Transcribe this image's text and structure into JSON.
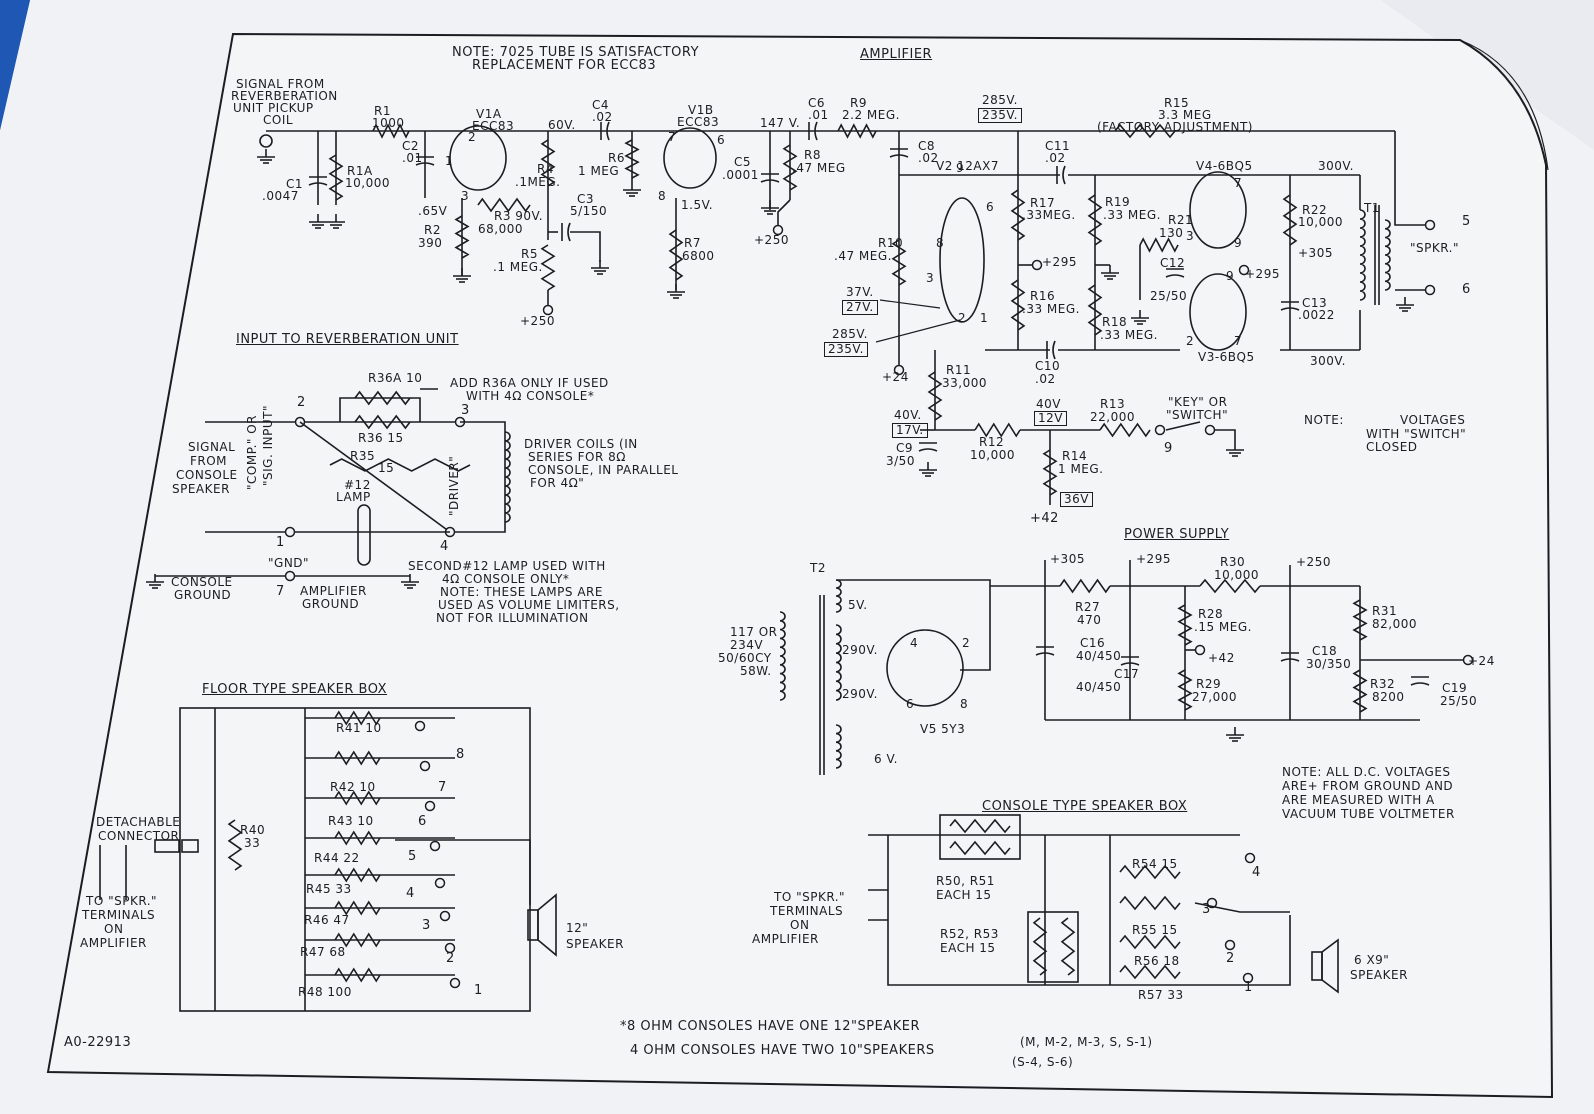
{
  "sheet": {
    "drawing_number": "A0-22913",
    "note_tube": [
      "NOTE: 7025 TUBE IS SATISFACTORY",
      "REPLACEMENT FOR ECC83"
    ],
    "note_voltages": [
      "NOTE:",
      "VOLTAGES",
      "WITH \"SWITCH\"",
      "CLOSED"
    ],
    "note_dc": [
      "NOTE: ALL D.C. VOLTAGES",
      "ARE+ FROM GROUND AND",
      "ARE MEASURED WITH A",
      "VACUUM TUBE VOLTMETER"
    ],
    "footnote": [
      "*8 OHM CONSOLES HAVE ONE 12\"SPEAKER",
      "(M, M-2, M-3, S, S-1)",
      "4 OHM CONSOLES HAVE TWO 10\"SPEAKERS",
      "(S-4, S-6)"
    ]
  },
  "sections": {
    "amplifier": "AMPLIFIER",
    "input_reverb": "INPUT TO REVERBERATION UNIT",
    "power_supply": "POWER SUPPLY",
    "floor_box": "FLOOR TYPE SPEAKER BOX",
    "console_box": "CONSOLE TYPE SPEAKER BOX"
  },
  "amplifier": {
    "signal_src": [
      "SIGNAL FROM",
      "REVERBERATION",
      "UNIT PICKUP",
      "COIL"
    ],
    "c1": [
      "C1",
      ".0047"
    ],
    "r1a": [
      "R1A",
      "10,000"
    ],
    "r1": [
      "R1",
      "1000"
    ],
    "c2": [
      "C2",
      ".01"
    ],
    "v1a": [
      "V1A",
      "ECC83"
    ],
    "v1b": [
      "V1B",
      "ECC83"
    ],
    "v_65": ".65V",
    "r2": [
      "R2",
      "390"
    ],
    "r3": "R3 90V.",
    "r3v": "68,000",
    "v_60": "60V.",
    "c4": [
      "C4",
      ".02"
    ],
    "r4": [
      "R4",
      ".1MEG."
    ],
    "c3": [
      "C3",
      "5/150"
    ],
    "r5": [
      "R5",
      ".1 MEG."
    ],
    "plus250a": "+250",
    "r6": [
      "R6",
      "1 MEG"
    ],
    "v_15": "1.5V.",
    "r7": [
      "R7",
      "6800"
    ],
    "v_147": "147 V.",
    "c5": [
      "C5",
      ".0001"
    ],
    "r8": [
      "R8",
      ".47 MEG"
    ],
    "plus250b": "+250",
    "c6": [
      "C6",
      ".01"
    ],
    "r9": [
      "R9",
      "2.2 MEG."
    ],
    "c8": [
      "C8",
      ".02"
    ],
    "v_285": "285V.",
    "v_235": "235V.",
    "v2": "V2 12AX7",
    "r15": [
      "R15",
      "3.3 MEG",
      "(FACTORY ADJUSTMENT)"
    ],
    "c11": [
      "C11",
      ".02"
    ],
    "v4": "V4-6BQ5",
    "v3": "V3-6BQ5",
    "v_300a": "300V.",
    "v_300b": "300V.",
    "r17": [
      "R17",
      ".33MEG."
    ],
    "r19": [
      "R19",
      ".33 MEG."
    ],
    "r21": [
      "R21",
      "130"
    ],
    "r16": [
      "R16",
      ".33 MEG."
    ],
    "r18": [
      "R18",
      ".33 MEG."
    ],
    "c12": [
      "C12",
      "25/50"
    ],
    "plus295a": "+295",
    "plus295b": "+295",
    "r22": [
      "R22",
      "10,000"
    ],
    "plus305": "+305",
    "c13": [
      "C13",
      ".0022"
    ],
    "t1": "T1",
    "spkr": "\"SPKR.\"",
    "term5": "5",
    "term6": "6",
    "r10": [
      "R10",
      ".47 MEG."
    ],
    "v_37": "37V.",
    "v_27": "27V.",
    "v_285b": "285V.",
    "v_235b": "235V.",
    "plus24a": "+24",
    "c10": [
      "C10",
      ".02"
    ],
    "r11": [
      "R11",
      "33,000"
    ],
    "v_40a": "40V.",
    "v_17": "17V.",
    "c9": [
      "C9",
      "3/50"
    ],
    "r12": [
      "R12",
      "10,000"
    ],
    "v_40b": "40V",
    "v_12": "12V",
    "r13": [
      "R13",
      "22,000"
    ],
    "key": [
      "\"KEY\" OR",
      "\"SWITCH\""
    ],
    "key9": "9",
    "r14": [
      "R14",
      "1 MEG."
    ],
    "v_36": "36V",
    "plus42a": "+42",
    "pins": [
      "2",
      "1",
      "3",
      "7",
      "6",
      "8",
      "9",
      "6",
      "8",
      "3",
      "2",
      "1",
      "3",
      "7",
      "9",
      "9",
      "2",
      "7"
    ]
  },
  "reverb_input": {
    "r36a": "R36A 10",
    "add_note": [
      "ADD R36A ONLY IF USED",
      "WITH 4Ω CONSOLE*"
    ],
    "r36": "R36 15",
    "r35": [
      "R35",
      "15"
    ],
    "term2": "2",
    "term3": "3",
    "term4": "4",
    "term1": "1",
    "term7": "7",
    "signal": [
      "SIGNAL",
      "FROM",
      "CONSOLE",
      "SPEAKER"
    ],
    "comp": "\"COMP.\" OR",
    "sig_input": "\"SIG. INPUT\"",
    "lamp": [
      "#12",
      "LAMP"
    ],
    "driver": "\"DRIVER\"",
    "coils": [
      "DRIVER COILS (IN",
      "SERIES FOR 8Ω",
      "CONSOLE, IN PARALLEL",
      "FOR 4Ω\""
    ],
    "gnd": "\"GND\"",
    "console_ground": [
      "CONSOLE",
      "GROUND"
    ],
    "amp_ground": [
      "AMPLIFIER",
      "GROUND"
    ],
    "second_lamp": [
      "SECOND#12 LAMP USED WITH",
      "4Ω CONSOLE ONLY*",
      "NOTE: THESE LAMPS ARE",
      "USED AS VOLUME LIMITERS,",
      "NOT FOR ILLUMINATION"
    ]
  },
  "power": {
    "t2": "T2",
    "mains": [
      "117 OR",
      "234V",
      "50/60CY",
      "58W."
    ],
    "v5": "5V.",
    "v290a": "290V.",
    "v290b": "290V.",
    "v6": "6 V.",
    "v5y3": "V5 5Y3",
    "pins": [
      "4",
      "2",
      "6",
      "8"
    ],
    "plus305": "+305",
    "plus295": "+295",
    "plus250": "+250",
    "r27": [
      "R27",
      "470"
    ],
    "r30": [
      "R30",
      "10,000"
    ],
    "r28": [
      "R28",
      ".15 MEG."
    ],
    "plus42": "+42",
    "r29": [
      "R29",
      "27,000"
    ],
    "r31": [
      "R31",
      "82,000"
    ],
    "r32": [
      "R32",
      "8200"
    ],
    "c16": [
      "C16",
      "40/450"
    ],
    "c17": [
      "C17",
      "40/450"
    ],
    "c18": [
      "C18",
      "30/350"
    ],
    "c19": [
      "C19",
      "25/50"
    ],
    "plus24": "+24"
  },
  "floor_box": {
    "detachable": [
      "DETACHABLE",
      "CONNECTOR"
    ],
    "to_spkr": [
      "TO \"SPKR.\"",
      "TERMINALS",
      "ON",
      "AMPLIFIER"
    ],
    "r40": [
      "R40",
      "33"
    ],
    "taps": [
      {
        "res": "R41 10",
        "tap": "8"
      },
      {
        "res": "R42 10",
        "tap": "7"
      },
      {
        "res": "R43 10",
        "tap": "6"
      },
      {
        "res": "R44 22",
        "tap": "5"
      },
      {
        "res": "R45 33",
        "tap": "4"
      },
      {
        "res": "R46 47",
        "tap": "3"
      },
      {
        "res": "R47 68",
        "tap": "2"
      },
      {
        "res": "R48 100",
        "tap": "1"
      }
    ],
    "speaker": [
      "12\"",
      "SPEAKER"
    ]
  },
  "console_box": {
    "to_spkr": [
      "TO \"SPKR.\"",
      "TERMINALS",
      "ON",
      "AMPLIFIER"
    ],
    "r50": [
      "R50, R51",
      "EACH 15"
    ],
    "r52": [
      "R52, R53",
      "EACH 15"
    ],
    "taps": [
      {
        "res": "R54 15",
        "tap": "4"
      },
      {
        "res": "R55 15",
        "tap": "3"
      },
      {
        "res": "R56 18",
        "tap": "2"
      },
      {
        "res": "R57 33",
        "tap": "1"
      }
    ],
    "speaker": [
      "6 X9\"",
      "SPEAKER"
    ]
  }
}
